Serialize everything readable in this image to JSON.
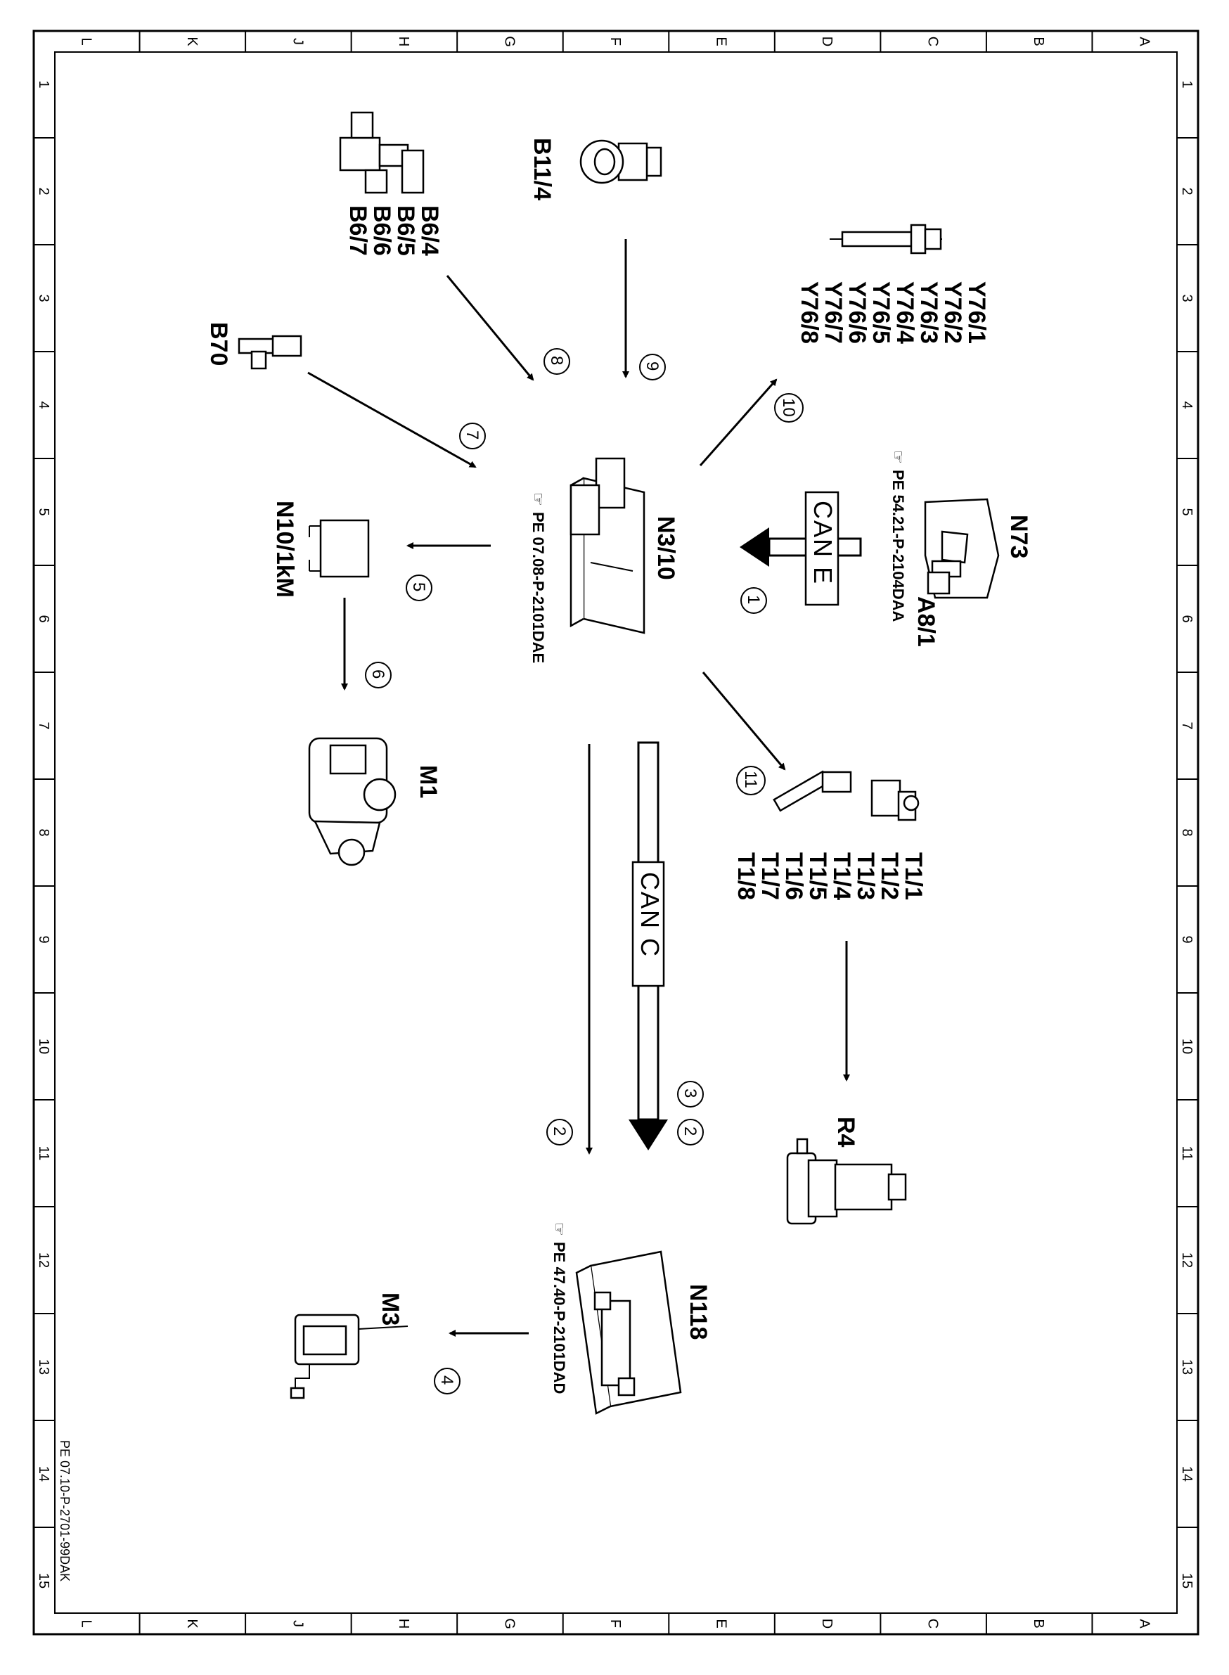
{
  "frame": {
    "column_letters": [
      "L",
      "K",
      "J",
      "H",
      "G",
      "F",
      "E",
      "D",
      "C",
      "B",
      "A"
    ],
    "row_numbers": [
      "1",
      "2",
      "3",
      "4",
      "5",
      "6",
      "7",
      "8",
      "9",
      "10",
      "11",
      "12",
      "13",
      "14",
      "15"
    ]
  },
  "components": {
    "b11_4": "B11/4",
    "b6": [
      "B6/4",
      "B6/5",
      "B6/6",
      "B6/7"
    ],
    "y76": [
      "Y76/1",
      "Y76/2",
      "Y76/3",
      "Y76/4",
      "Y76/5",
      "Y76/6",
      "Y76/7",
      "Y76/8"
    ],
    "b70": "B70",
    "n3_10": "N3/10",
    "n3_10_ref": "PE 07.08-P-2101DAE",
    "n73": "N73",
    "a8_1": "A8/1",
    "n73_ref": "PE 54.21-P-2104DAA",
    "n10_1": "N10/1kM",
    "m1": "M1",
    "t1": [
      "T1/1",
      "T1/2",
      "T1/3",
      "T1/4",
      "T1/5",
      "T1/6",
      "T1/7",
      "T1/8"
    ],
    "r4": "R4",
    "n118": "N118",
    "n118_ref": "PE 47.40-P-2101DAD",
    "m3": "M3"
  },
  "buses": {
    "can_e": "CAN E",
    "can_c": "CAN C"
  },
  "arrow_numbers": [
    "1",
    "2",
    "2",
    "3",
    "4",
    "5",
    "6",
    "7",
    "8",
    "9",
    "10",
    "11"
  ],
  "footer": {
    "doc_id": "PE 07.10-P-2701-99DAK"
  },
  "icons": {
    "reference_pointer": "pointing-hand-icon"
  }
}
